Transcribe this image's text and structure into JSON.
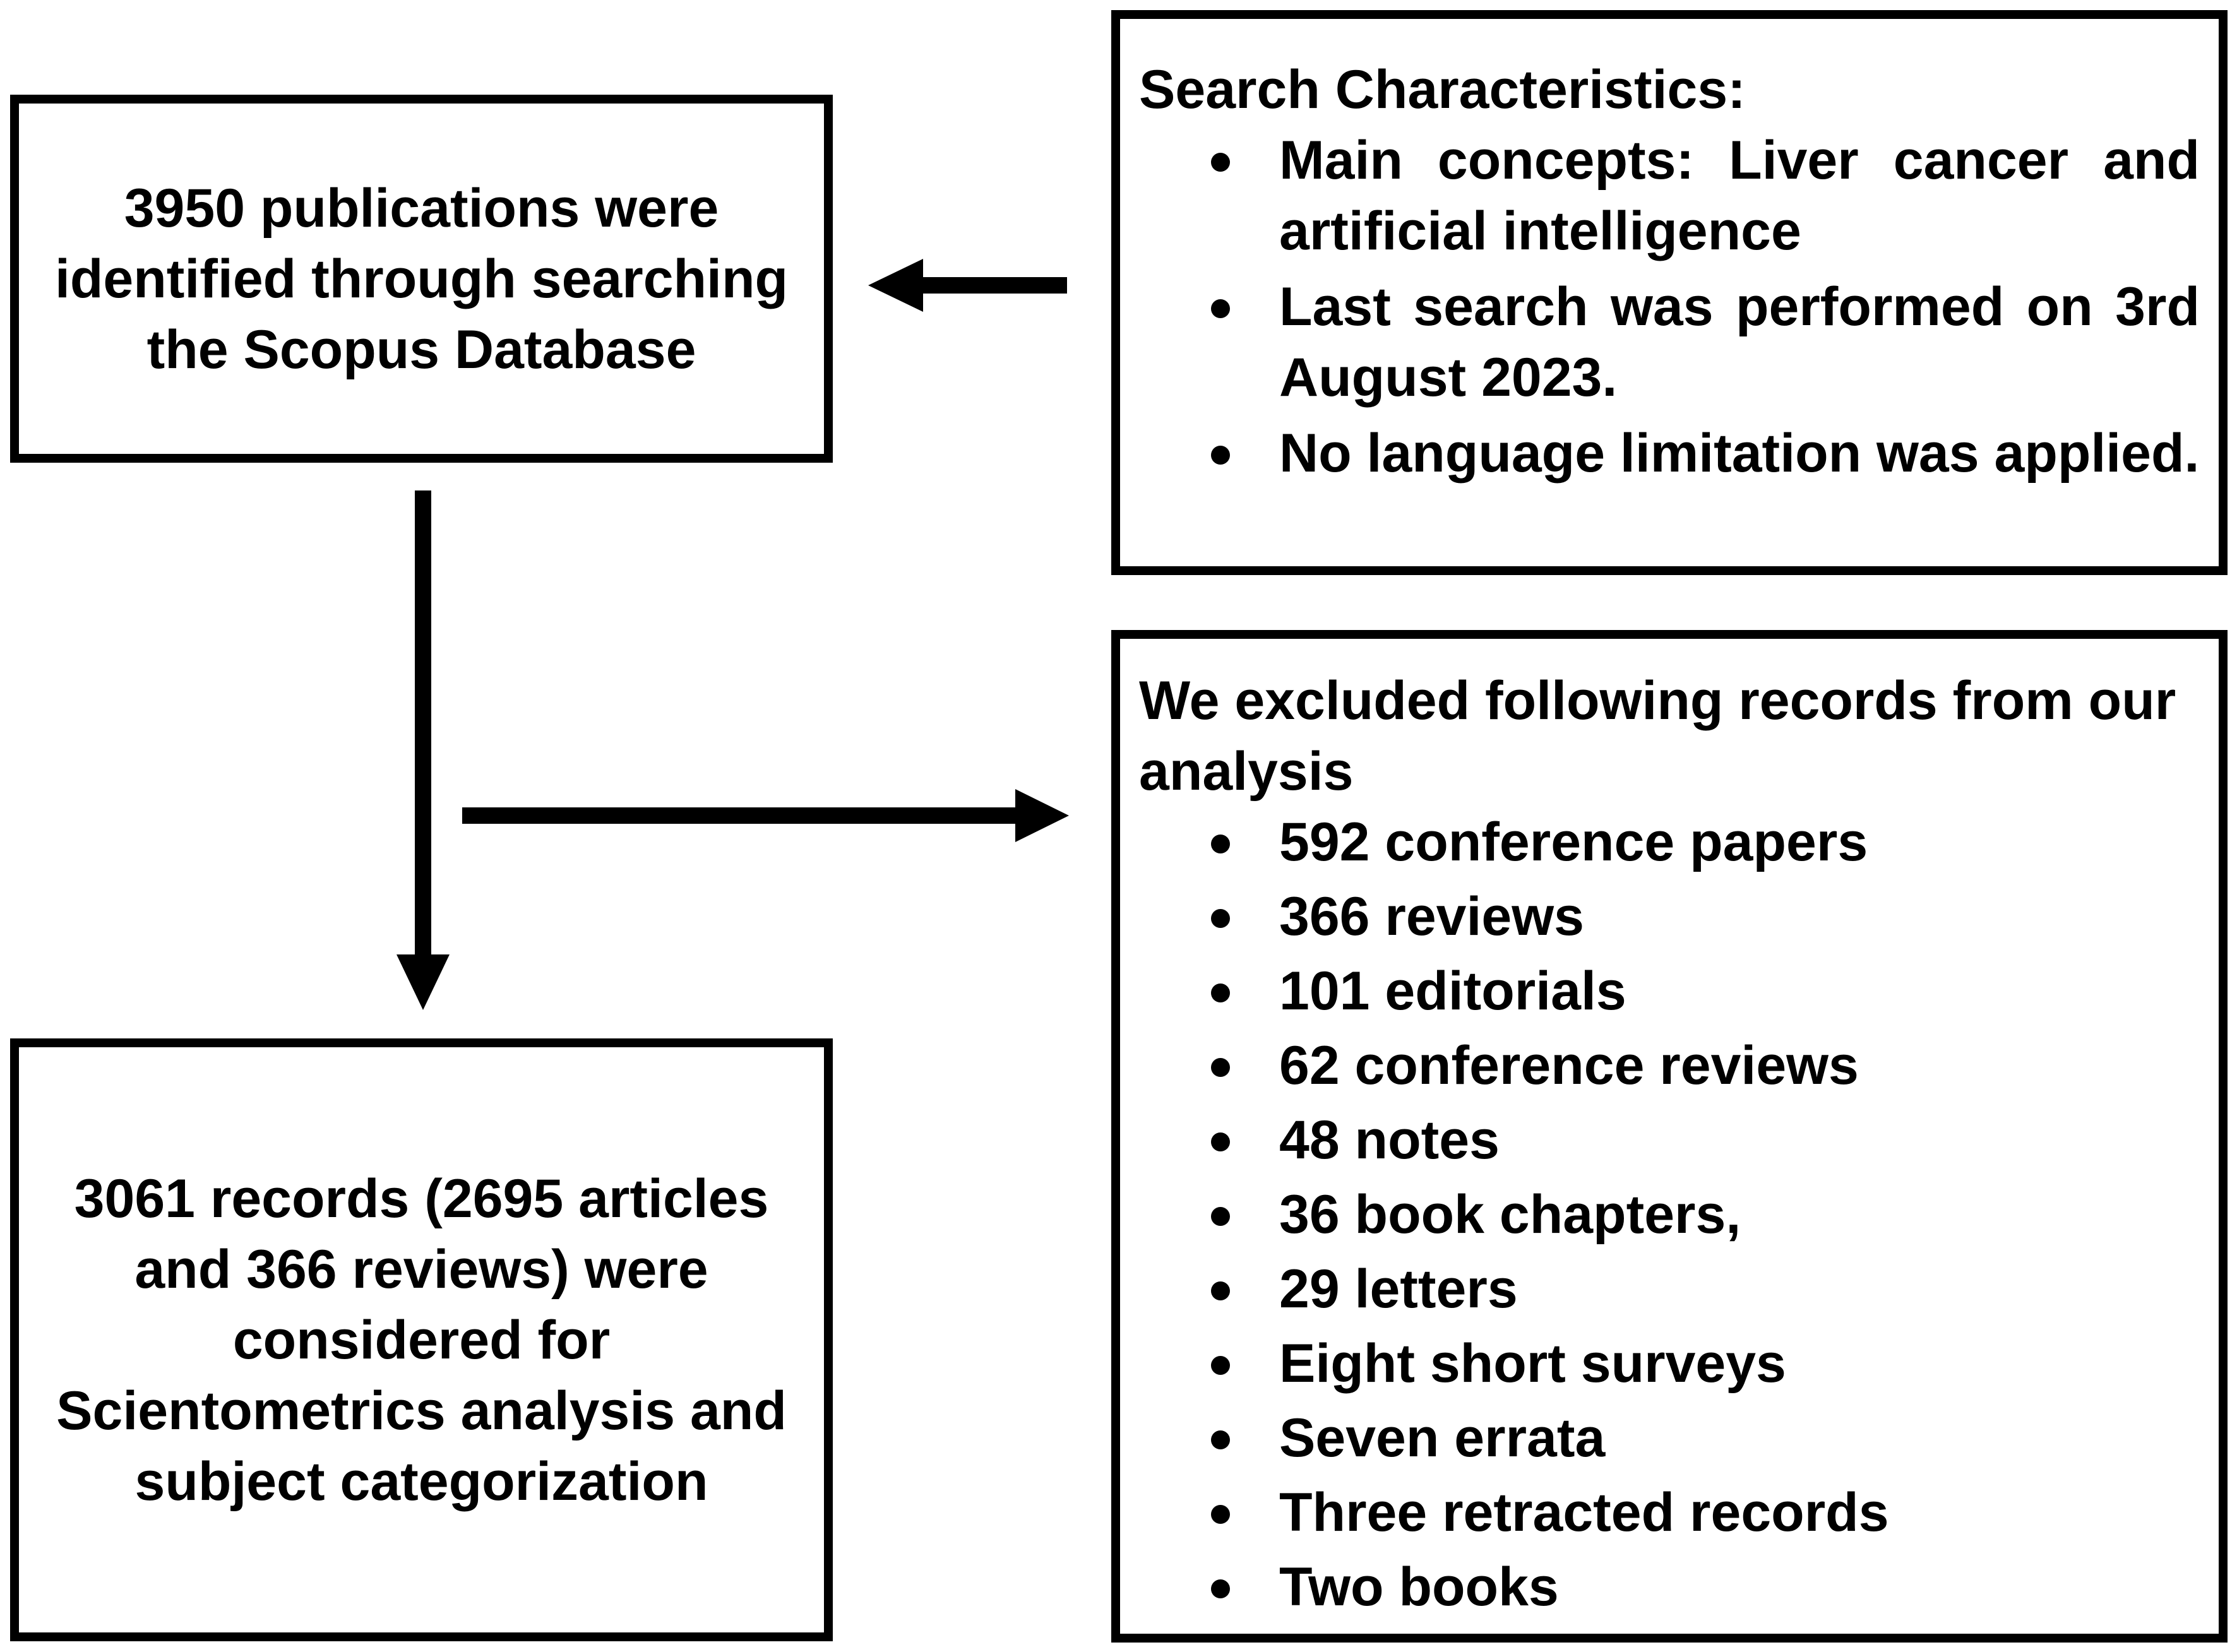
{
  "identified_box": {
    "text": "3950 publications were identified through searching the Scopus Database"
  },
  "search_box": {
    "heading": "Search Characteristics:",
    "items": [
      "Main concepts: Liver cancer and artificial intelligence",
      "Last search was performed on 3rd August 2023.",
      "No language limitation was applied."
    ]
  },
  "excluded_box": {
    "heading": "We excluded following records from our analysis",
    "items": [
      "592 conference papers",
      "366 reviews",
      "101 editorials",
      "62 conference reviews",
      "48 notes",
      "36 book chapters,",
      "29 letters",
      "Eight short surveys",
      "Seven errata",
      "Three retracted records",
      "Two books"
    ]
  },
  "included_box": {
    "text": "3061 records (2695 articles and 366 reviews) were considered for Scientometrics analysis and subject categorization"
  },
  "colors": {
    "stroke": "#000000",
    "background": "#ffffff"
  }
}
